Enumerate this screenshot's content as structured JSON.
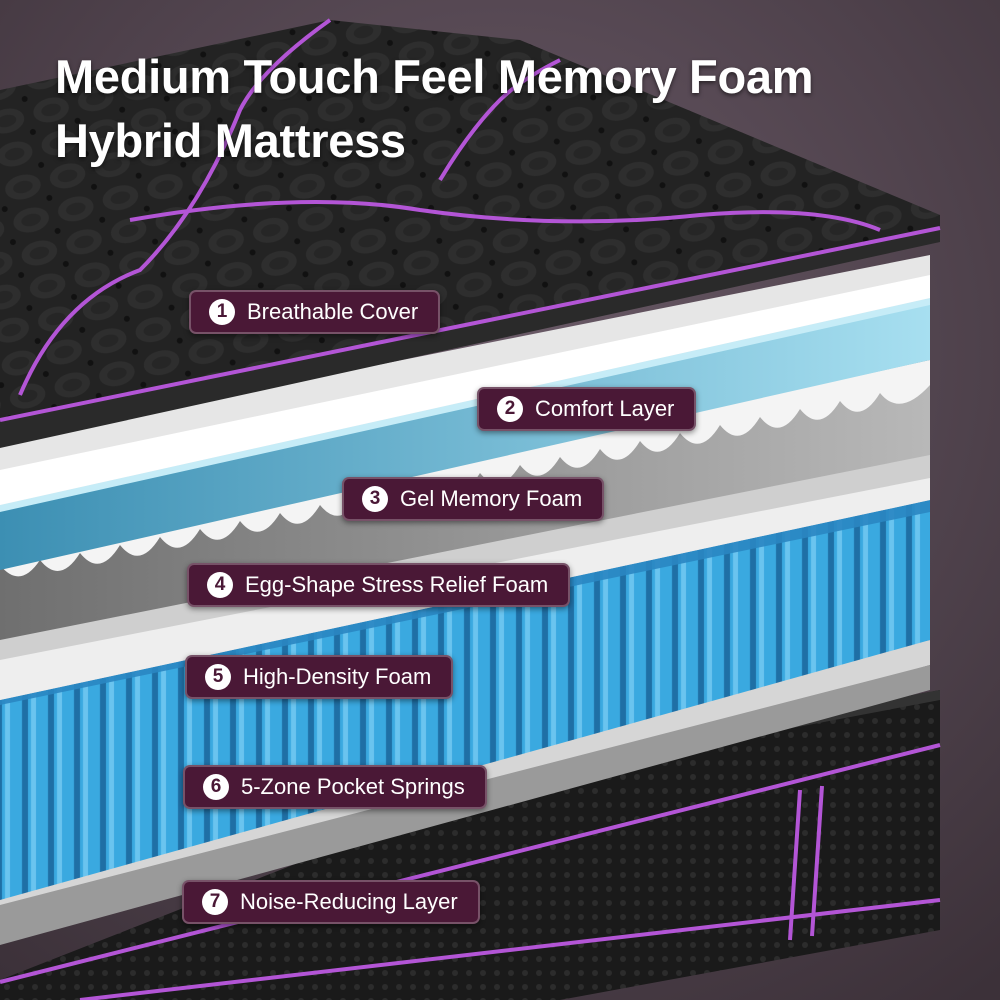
{
  "title": {
    "line1": "Medium Touch Feel Memory Foam",
    "line2": "Hybrid Mattress"
  },
  "colors": {
    "background": "#4a3e49",
    "label_background": "#4a1836",
    "accent_purple": "#b355d6",
    "spring_blue": "#3aa9e0",
    "gel_blue": "#8fd0e6",
    "cover_dark": "#1e1e1e",
    "foam_light": "#e9e9e9",
    "foam_grey": "#8c8c8c"
  },
  "layers": [
    {
      "number": "1",
      "label": "Breathable Cover"
    },
    {
      "number": "2",
      "label": "Comfort Layer"
    },
    {
      "number": "3",
      "label": "Gel Memory Foam"
    },
    {
      "number": "4",
      "label": "Egg-Shape Stress Relief Foam"
    },
    {
      "number": "5",
      "label": "High-Density Foam"
    },
    {
      "number": "6",
      "label": "5-Zone Pocket Springs"
    },
    {
      "number": "7",
      "label": "Noise-Reducing Layer"
    }
  ]
}
